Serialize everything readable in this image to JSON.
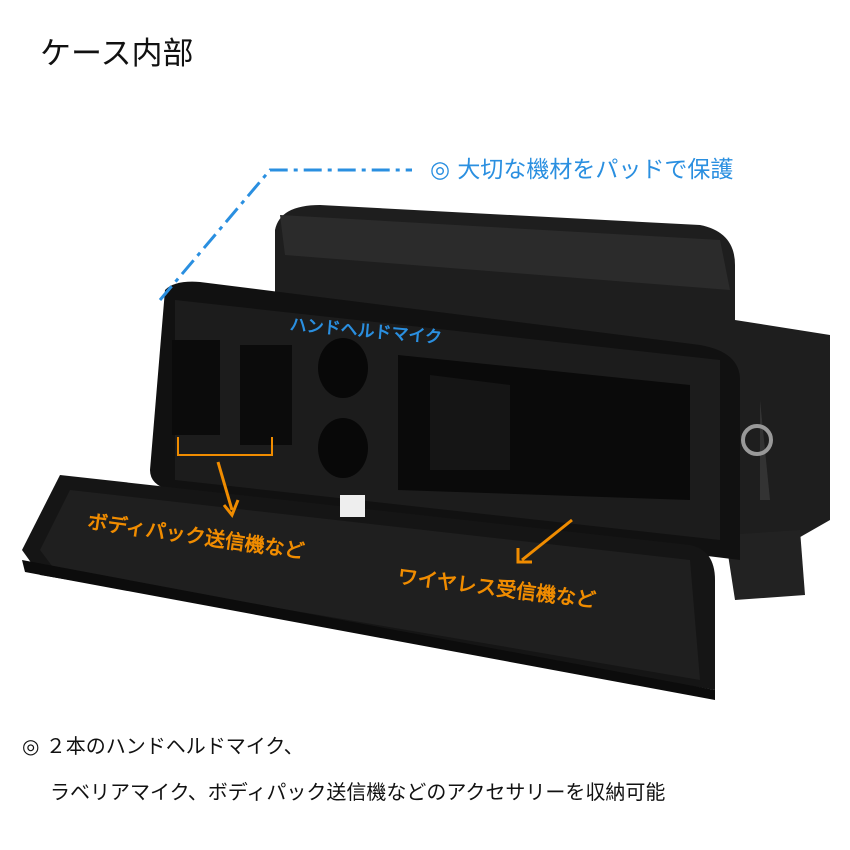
{
  "title": "ケース内部",
  "annotations": {
    "pad": "◎ 大切な機材をパッドで保護",
    "handheld_mic": "ハンドヘルドマイク",
    "bodypack": "ボディパック送信機など",
    "wireless": "ワイヤレス受信機など"
  },
  "notes": {
    "line1": "◎ ２本のハンドヘルドマイク、",
    "line2": "ラベリアマイク、ボディパック送信機などのアクセサリーを収納可能"
  },
  "colors": {
    "blue": "#2a8fe0",
    "orange": "#f08c00",
    "bag": "#1a1a1a"
  }
}
